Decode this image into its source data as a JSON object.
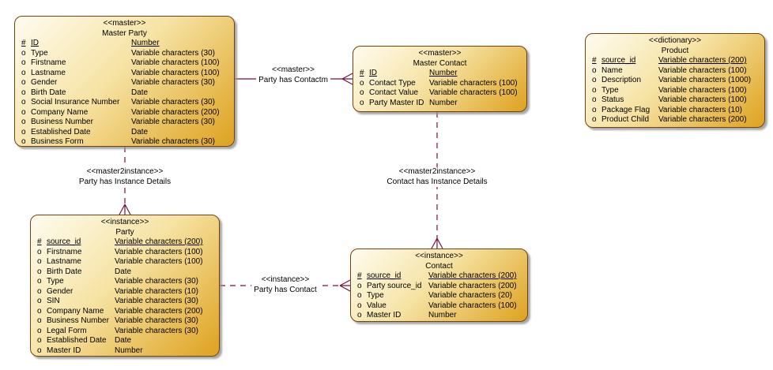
{
  "diagram": {
    "colors": {
      "background": "#ffffff",
      "entity_fill_light": "#FEFCF0",
      "entity_fill_dark": "#DEA21F",
      "entity_border": "#74420E",
      "relationship_line": "#76103F",
      "text": "#000000"
    },
    "entities": [
      {
        "key": "master-party",
        "stereotype": "<<master>>",
        "name": "Master Party",
        "attributes": [
          {
            "prefix": "#",
            "name": "ID",
            "type": "Number",
            "pk": true
          },
          {
            "prefix": "o",
            "name": "Type",
            "type": "Variable characters (30)",
            "pk": false
          },
          {
            "prefix": "o",
            "name": "Firstname",
            "type": "Variable characters (100)",
            "pk": false
          },
          {
            "prefix": "o",
            "name": "Lastname",
            "type": "Variable characters (100)",
            "pk": false
          },
          {
            "prefix": "o",
            "name": "Gender",
            "type": "Variable characters (30)",
            "pk": false
          },
          {
            "prefix": "o",
            "name": "Birth Date",
            "type": "Date",
            "pk": false
          },
          {
            "prefix": "o",
            "name": "Social Insurance Number",
            "type": "Variable characters (30)",
            "pk": false
          },
          {
            "prefix": "o",
            "name": "Company Name",
            "type": "Variable characters (200)",
            "pk": false
          },
          {
            "prefix": "o",
            "name": "Business Number",
            "type": "Variable characters (30)",
            "pk": false
          },
          {
            "prefix": "o",
            "name": "Established Date",
            "type": "Date",
            "pk": false
          },
          {
            "prefix": "o",
            "name": "Business Form",
            "type": "Variable characters (30)",
            "pk": false
          }
        ]
      },
      {
        "key": "master-contact",
        "stereotype": "<<master>>",
        "name": "Master Contact",
        "attributes": [
          {
            "prefix": "#",
            "name": "ID",
            "type": "Number",
            "pk": true
          },
          {
            "prefix": "o",
            "name": "Contact Type",
            "type": "Variable characters (100)",
            "pk": false
          },
          {
            "prefix": "o",
            "name": "Contact Value",
            "type": "Variable characters (100)",
            "pk": false
          },
          {
            "prefix": "o",
            "name": "Party Master ID",
            "type": "Number",
            "pk": false
          }
        ]
      },
      {
        "key": "product",
        "stereotype": "<<dictionary>>",
        "name": "Product",
        "attributes": [
          {
            "prefix": "#",
            "name": "source_id",
            "type": "Variable characters (200)",
            "pk": true
          },
          {
            "prefix": "o",
            "name": "Name",
            "type": "Variable characters (100)",
            "pk": false
          },
          {
            "prefix": "o",
            "name": "Description",
            "type": "Variable characters (1000)",
            "pk": false
          },
          {
            "prefix": "o",
            "name": "Type",
            "type": "Variable characters (100)",
            "pk": false
          },
          {
            "prefix": "o",
            "name": "Status",
            "type": "Variable characters (100)",
            "pk": false
          },
          {
            "prefix": "o",
            "name": "Package Flag",
            "type": "Variable characters (10)",
            "pk": false
          },
          {
            "prefix": "o",
            "name": "Product Child",
            "type": "Variable characters (200)",
            "pk": false
          }
        ]
      },
      {
        "key": "party",
        "stereotype": "<<instance>>",
        "name": "Party",
        "attributes": [
          {
            "prefix": "#",
            "name": "source_id",
            "type": "Variable characters (200)",
            "pk": true
          },
          {
            "prefix": "o",
            "name": "Firstname",
            "type": "Variable characters (100)",
            "pk": false
          },
          {
            "prefix": "o",
            "name": "Lastname",
            "type": "Variable characters (100)",
            "pk": false
          },
          {
            "prefix": "o",
            "name": "Birth Date",
            "type": "Date",
            "pk": false
          },
          {
            "prefix": "o",
            "name": "Type",
            "type": "Variable characters (30)",
            "pk": false
          },
          {
            "prefix": "o",
            "name": "Gender",
            "type": "Variable characters (10)",
            "pk": false
          },
          {
            "prefix": "o",
            "name": "SIN",
            "type": "Variable characters (30)",
            "pk": false
          },
          {
            "prefix": "o",
            "name": "Company Name",
            "type": "Variable characters (200)",
            "pk": false
          },
          {
            "prefix": "o",
            "name": "Business Number",
            "type": "Variable characters (30)",
            "pk": false
          },
          {
            "prefix": "o",
            "name": "Legal Form",
            "type": "Variable characters (30)",
            "pk": false
          },
          {
            "prefix": "o",
            "name": "Established Date",
            "type": "Date",
            "pk": false
          },
          {
            "prefix": "o",
            "name": "Master ID",
            "type": "Number",
            "pk": false
          }
        ]
      },
      {
        "key": "contact",
        "stereotype": "<<instance>>",
        "name": "Contact",
        "attributes": [
          {
            "prefix": "#",
            "name": "source_id",
            "type": "Variable characters (200)",
            "pk": true
          },
          {
            "prefix": "o",
            "name": "Party source_id",
            "type": "Variable characters (200)",
            "pk": false
          },
          {
            "prefix": "o",
            "name": "Type",
            "type": "Variable characters (20)",
            "pk": false
          },
          {
            "prefix": "o",
            "name": "Value",
            "type": "Variable characters (100)",
            "pk": false
          },
          {
            "prefix": "o",
            "name": "Master ID",
            "type": "Number",
            "pk": false
          }
        ]
      }
    ],
    "relationships": [
      {
        "key": "party-has-contactm",
        "stereotype": "<<master>>",
        "name": "Party has Contactm",
        "line_style": "solid"
      },
      {
        "key": "party-has-instance-details",
        "stereotype": "<<master2instance>>",
        "name": "Party has Instance Details",
        "line_style": "dashed"
      },
      {
        "key": "contact-has-instance-details",
        "stereotype": "<<master2instance>>",
        "name": "Contact has Instance Details",
        "line_style": "dashed"
      },
      {
        "key": "party-has-contact",
        "stereotype": "<<instance>>",
        "name": "Party has Contact",
        "line_style": "dashed"
      }
    ]
  }
}
